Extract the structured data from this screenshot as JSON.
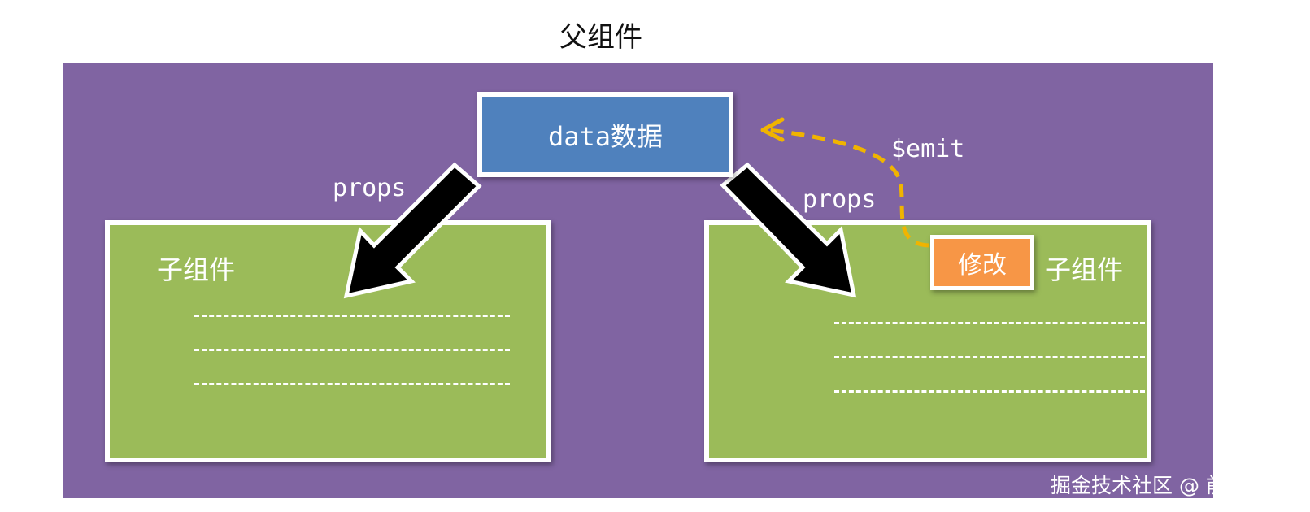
{
  "title": "父组件",
  "data_box": {
    "label": "data数据"
  },
  "left_child": {
    "label": "子组件",
    "arrow_label": "props"
  },
  "right_child": {
    "label": "子组件",
    "arrow_label": "props",
    "button_label": "修改"
  },
  "emit_label": "$emit",
  "watermark": "掘金技术社区 @ 前端_小周",
  "colors": {
    "parent": "#8064a2",
    "child": "#9bbb59",
    "data": "#4f81bd",
    "button": "#f79646",
    "emit_arrow": "#f0b400"
  }
}
